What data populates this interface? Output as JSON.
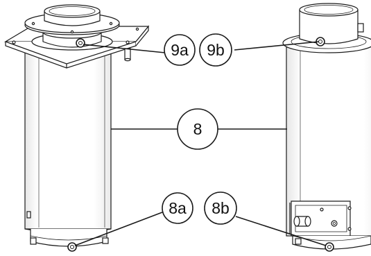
{
  "colors": {
    "line": "#1a1a1a",
    "fill": "#ffffff",
    "shade": "#dcdcdc",
    "background": "#ffffff"
  },
  "callouts": {
    "label_9a": "9a",
    "label_9b": "9b",
    "label_8": "8",
    "label_8a": "8a",
    "label_8b": "8b"
  }
}
